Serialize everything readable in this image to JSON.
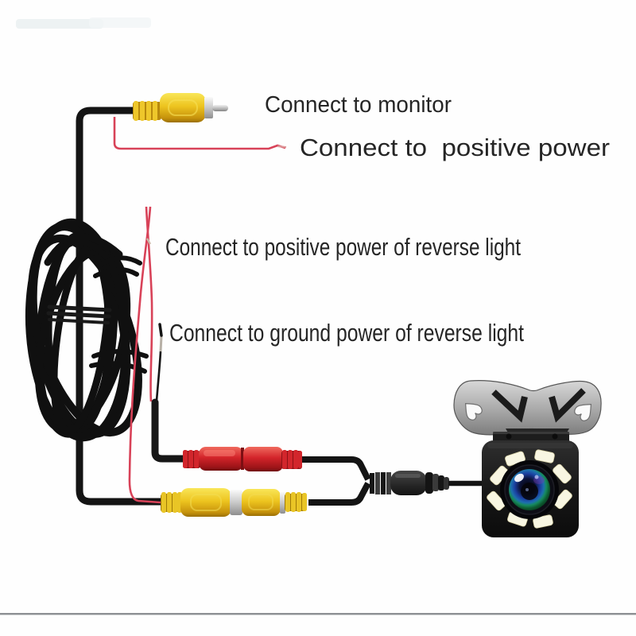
{
  "background": "#fefefe",
  "divider": {
    "color": "#8d9093"
  },
  "label_color": "#252525",
  "labels": {
    "monitor": "Connect to monitor",
    "positive_power": "Connect to  positive power",
    "reverse_light_positive": "Connect to positive power of reverse light",
    "reverse_light_ground": "Connect to ground power of reverse light"
  },
  "components": {
    "monitor_plug": {
      "name": "yellow RCA plug to monitor",
      "color": "#edc41f"
    },
    "positive_power_wire": {
      "name": "red positive power lead",
      "color": "#d84258"
    },
    "cable_coil": {
      "name": "coiled black camera cable",
      "color": "#101010"
    },
    "reverse_positive_wire": {
      "name": "red lead to reverse light positive",
      "color": "#d84258"
    },
    "reverse_ground_wire": {
      "name": "black lead to reverse light ground",
      "color": "#151515"
    },
    "power_coupler": {
      "name": "red RCA power coupler pair",
      "color": "#d3242a"
    },
    "video_coupler": {
      "name": "yellow RCA video coupler pair",
      "color": "#edc41f"
    },
    "camera_connector": {
      "name": "camera barrel connector",
      "color": "#2b2b2b"
    },
    "camera": {
      "name": "rear view camera",
      "led_count": 8,
      "led_color": "#f8f6e2",
      "body_color": "#161616"
    },
    "bracket": {
      "name": "butterfly mounting bracket",
      "color": "#a8a8a8"
    }
  }
}
